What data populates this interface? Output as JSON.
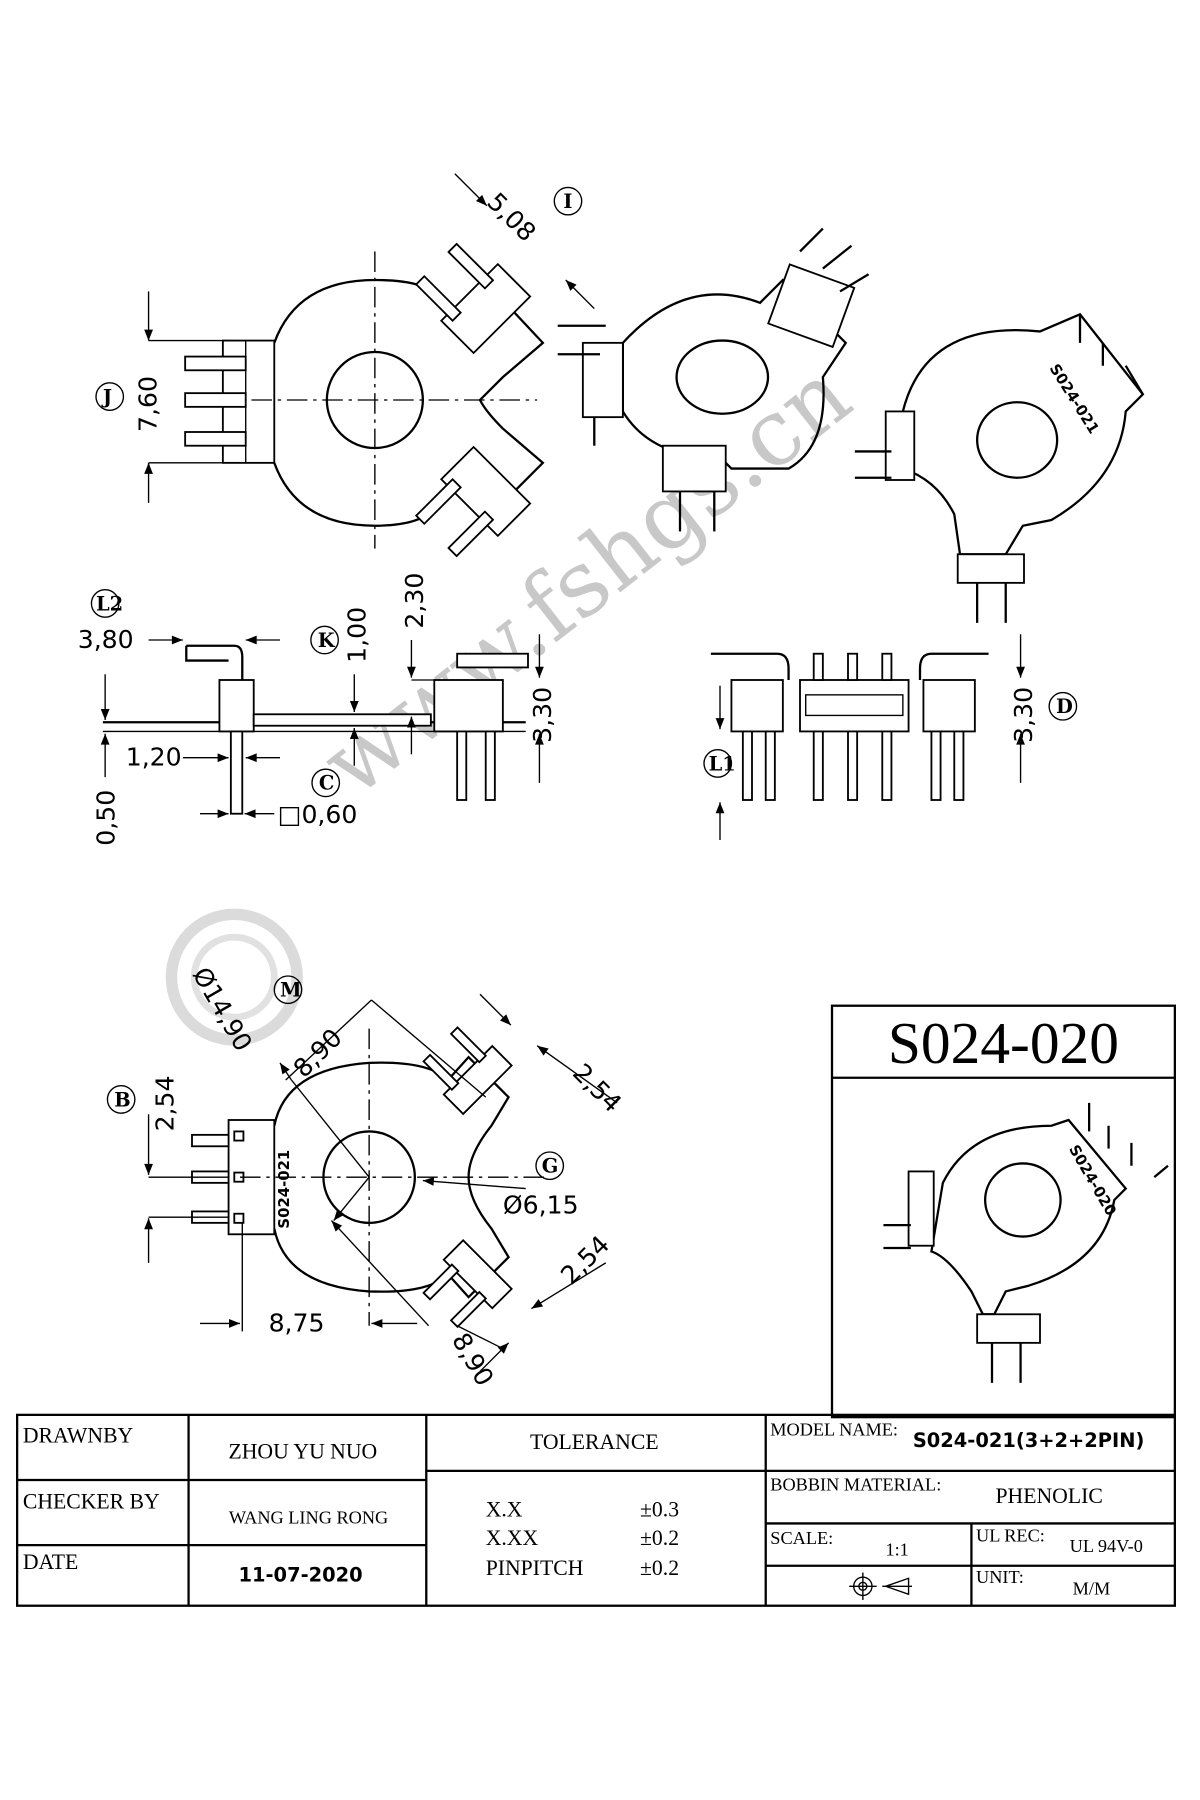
{
  "drawing": {
    "part_number": "S024-020",
    "body_marking": "S024-021",
    "inset_marking": "S024-020",
    "watermark": "www.fshgs.cn"
  },
  "dimensions": {
    "I": {
      "tag": "I",
      "value": "5,08"
    },
    "J": {
      "tag": "J",
      "value": "7,60"
    },
    "L2": {
      "tag": "L2",
      "value": "3,80"
    },
    "K": {
      "tag": "K",
      "value": "1,00"
    },
    "h230": "2,30",
    "h120": "1,20",
    "h050": "0,50",
    "C": {
      "tag": "C",
      "value": "□0,60"
    },
    "h330a": "3,30",
    "D": {
      "tag": "D",
      "value": "3,30"
    },
    "L1": {
      "tag": "L1"
    },
    "M": {
      "tag": "M",
      "value": "Ø14,90"
    },
    "d890a": "8,90",
    "d890b": "8,90",
    "B": {
      "tag": "B",
      "value": "2,54"
    },
    "d254a": "2,54",
    "d254b": "2,54",
    "G": {
      "tag": "G",
      "value": "Ø6,15"
    },
    "d875": "8,75"
  },
  "title_block": {
    "drawn_by_label": "DRAWNBY",
    "drawn_by": "ZHOU YU NUO",
    "checker_label": "CHECKER BY",
    "checker": "WANG LING RONG",
    "date_label": "DATE",
    "date": "11-07-2020",
    "tolerance_label": "TOLERANCE",
    "tolerances": [
      {
        "k": "X.X",
        "v": "±0.3"
      },
      {
        "k": "X.XX",
        "v": "±0.2"
      },
      {
        "k": "PINPITCH",
        "v": "±0.2"
      }
    ],
    "model_name_label": "MODEL NAME:",
    "model_name": "S024-021(3+2+2PIN)",
    "material_label": "BOBBIN MATERIAL:",
    "material": "PHENOLIC",
    "scale_label": "SCALE:",
    "scale": "1:1",
    "ul_label": "UL REC:",
    "ul": "UL 94V-0",
    "unit_label": "UNIT:",
    "unit": "M/M"
  }
}
